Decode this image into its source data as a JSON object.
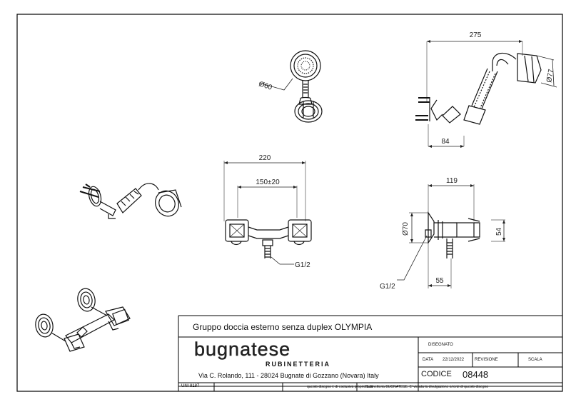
{
  "title_block": {
    "product_title": "Gruppo doccia esterno senza duplex OLYMPIA",
    "brand_name": "bugnatese",
    "brand_sub": "RUBINETTERIA",
    "address": "Via C. Rolando, 111 - 28024 Bugnate di Gozzano (Novara) Italy",
    "uni_label": "UNI 8187",
    "disclaimer_left": "questo disegno è di esclusiva proprietà di",
    "disclaimer_right": "Rubinetteria BUGNATESE. E' vietata la divulgazione a terzi di questo disegno",
    "disegnato_label": "DISEGNATO",
    "data_label": "DATA",
    "data_value": "22/12/2022",
    "revisione_label": "REVISIONE",
    "scala_label": "SCALA",
    "codice_label": "CODICE",
    "codice_value": "08448"
  },
  "dimensions": {
    "d_275": "275",
    "d_77": "Ø77",
    "d_84": "84",
    "d_60": "Ø60",
    "d_220": "220",
    "d_150": "150±20",
    "d_g12_front": "G1/2",
    "d_119": "119",
    "d_70": "Ø70",
    "d_54": "54",
    "d_55": "55",
    "d_g12_side": "G1/2"
  }
}
